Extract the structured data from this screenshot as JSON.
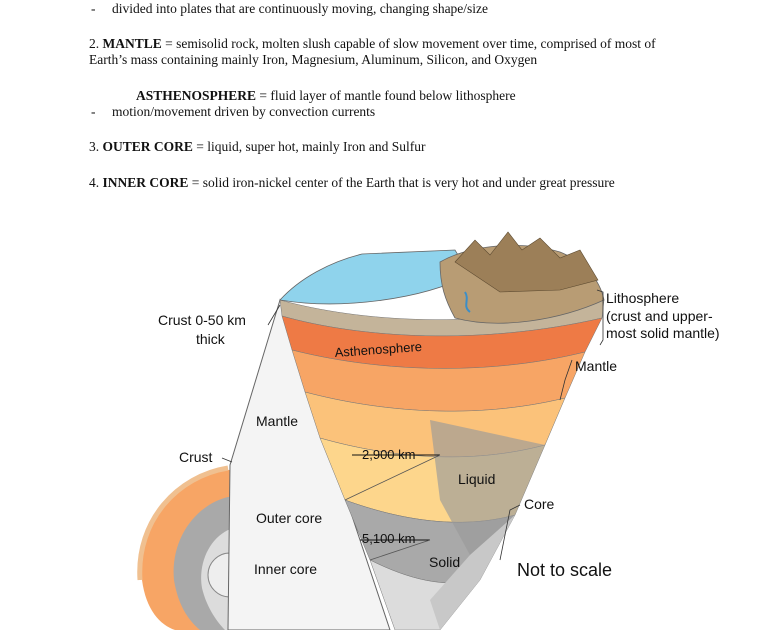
{
  "doc": {
    "bullet": "-",
    "line1": "divided into plates that are continuously moving, changing shape/size",
    "mantle": {
      "num": "2.",
      "term": "MANTLE",
      "def_a": "= semisolid rock, molten slush capable of slow movement over time, comprised of most of",
      "def_b": "Earth’s mass containing mainly Iron, Magnesium, Aluminum, Silicon, and Oxygen"
    },
    "astheno": {
      "term": "ASTHENOSPHERE",
      "def": "= fluid layer of mantle found below lithosphere",
      "bullet_text": "motion/movement driven by convection currents"
    },
    "outer": {
      "num": "3.",
      "term": "OUTER CORE",
      "def": "=  liquid, super hot, mainly Iron and Sulfur"
    },
    "inner": {
      "num": "4.",
      "term": "INNER CORE",
      "def": "= solid iron-nickel center of the Earth that is very hot and under great pressure"
    }
  },
  "diagram": {
    "labels": {
      "crust_thick_1": "Crust 0-50 km",
      "crust_thick_2": "thick",
      "asthenosphere": "Asthenosphere",
      "mantle_inner": "Mantle",
      "crust": "Crust",
      "depth_2900": "2,900 km",
      "liquid": "Liquid",
      "outer_core": "Outer core",
      "depth_5100": "5,100 km",
      "solid": "Solid",
      "inner_core": "Inner core",
      "litho_1": "Lithosphere",
      "litho_2": "(crust and upper-",
      "litho_3": "most solid mantle)",
      "mantle_right": "Mantle",
      "core": "Core",
      "not_to_scale": "Not to scale"
    },
    "colors": {
      "ocean": "#8fd3ec",
      "litho_band": "#c4b49a",
      "astheno": "#ee7a45",
      "mantle_1": "#f7a565",
      "mantle_2": "#fbc27a",
      "mantle_3": "#fdd68c",
      "outer_core": "#a9a9a9",
      "inner_core": "#dcdcdc",
      "land": "#b89c74"
    }
  }
}
